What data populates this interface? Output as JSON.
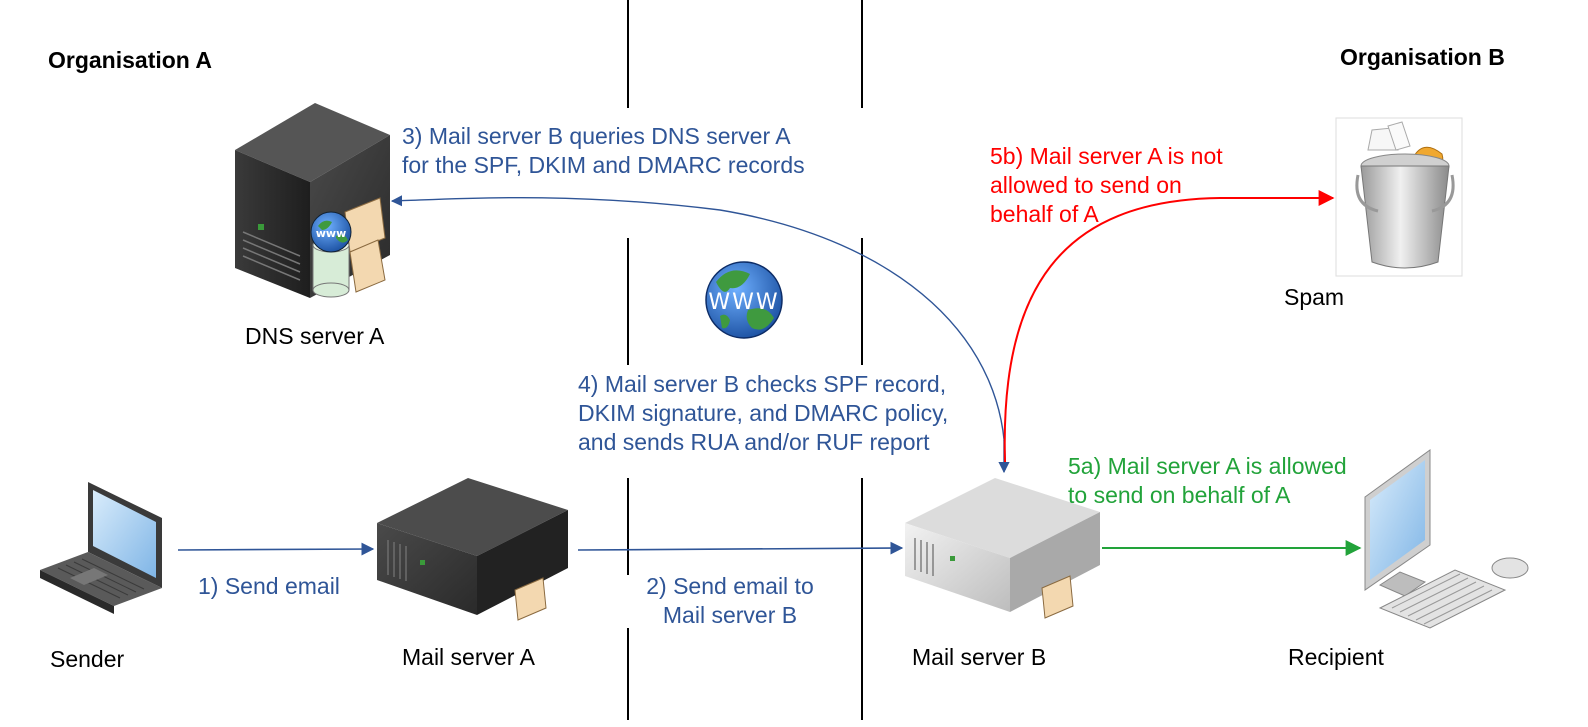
{
  "organisations": {
    "a": "Organisation A",
    "b": "Organisation B"
  },
  "nodes": {
    "dns_server": "DNS server A",
    "sender": "Sender",
    "mail_server_a": "Mail server A",
    "mail_server_b": "Mail server B",
    "recipient": "Recipient",
    "spam": "Spam"
  },
  "steps": {
    "step1": "1) Send email",
    "step2_line1": "2) Send email to",
    "step2_line2": "Mail server B",
    "step3_line1": "3) Mail server B queries DNS server A",
    "step3_line2": "for the SPF, DKIM and DMARC records",
    "step4_line1": "4) Mail server B checks SPF record,",
    "step4_line2": "DKIM signature, and DMARC policy,",
    "step4_line3": "and sends RUA and/or RUF report",
    "step5a_line1": "5a) Mail server A is allowed",
    "step5a_line2": "to send on behalf of A",
    "step5b_line1": "5b) Mail server A is not",
    "step5b_line2": "allowed to send on",
    "step5b_line3": "behalf of A"
  },
  "icons": {
    "internet_globe": "www-globe-icon",
    "envelope": "envelope-icon"
  },
  "colors": {
    "step_text": "#2f5597",
    "flow_arrow": "#2f5597",
    "deny": "#ff0000",
    "allow": "#22a33a",
    "boundary_line": "#000000"
  }
}
